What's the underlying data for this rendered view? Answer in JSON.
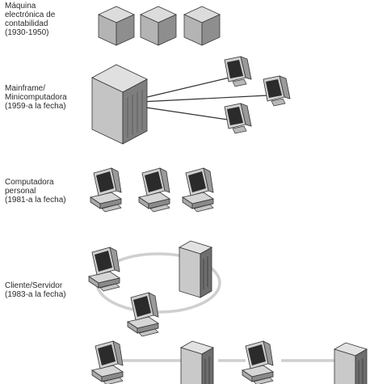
{
  "eras": [
    {
      "label": "Máquina\nelectrónica de\ncontabilidad\n(1930-1950)"
    },
    {
      "label": "Mainframe/\nMinicomputadora\n(1959-a la fecha)"
    },
    {
      "label": "Computadora\npersonal\n(1981-a la fecha)"
    },
    {
      "label": "Cliente/Servidor\n(1983-a la fecha)"
    }
  ],
  "icons": {
    "accounting_machine": "cube-machine-icon",
    "mainframe": "mainframe-cabinet-icon",
    "monitor": "crt-monitor-icon",
    "pc": "personal-computer-icon",
    "server": "tower-server-icon"
  },
  "colors": {
    "light_face": "#d6d6d6",
    "mid_face": "#a9a9a9",
    "dark_face": "#6f6f6f",
    "edge": "#3a3a3a",
    "network_ring": "#cfcfcf"
  }
}
